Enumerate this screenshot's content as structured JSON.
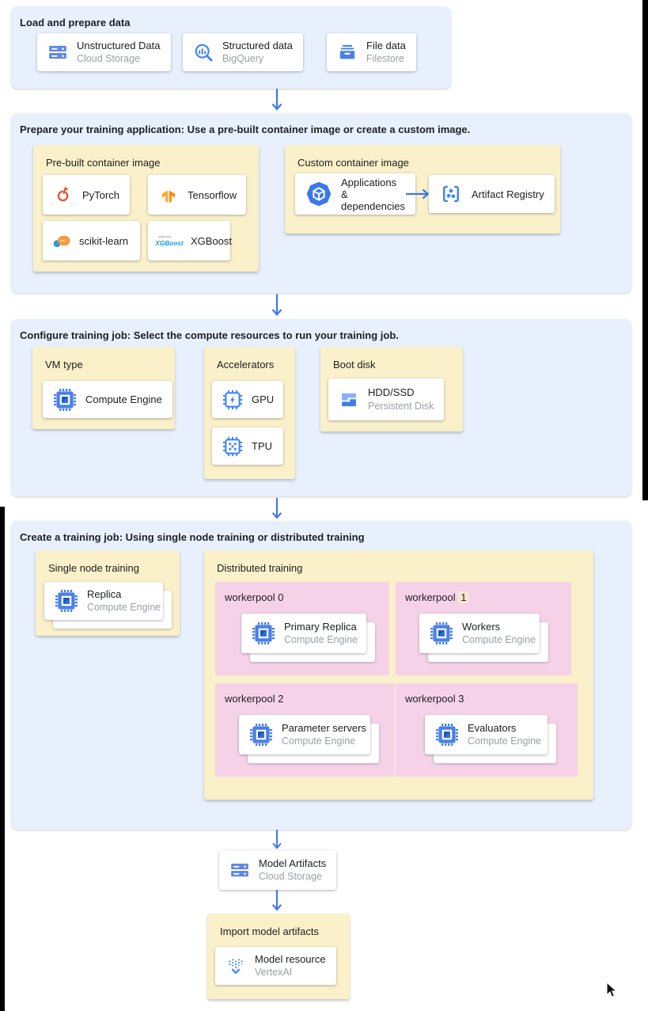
{
  "colors": {
    "section_bg": "#e8f0fe",
    "panel_yellow": "#faf0c9",
    "pool_pink": "#f6d2e9",
    "arrow_blue": "#3b78e8",
    "accent_blue": "#4285f4",
    "title_text": "#202124",
    "subtitle_text": "#9aa0a6",
    "highlight_peach": "#f9e6d0"
  },
  "load_section": {
    "title": "Load and prepare data",
    "cards": [
      {
        "title": "Unstructured Data",
        "subtitle": "Cloud Storage",
        "icon": "cloud-storage-icon"
      },
      {
        "title": "Structured data",
        "subtitle": "BigQuery",
        "icon": "bigquery-icon"
      },
      {
        "title": "File data",
        "subtitle": "Filestore",
        "icon": "filestore-icon"
      }
    ]
  },
  "prepare_section": {
    "title": "Prepare your training application: Use a pre-built container image or create a custom image.",
    "prebuilt": {
      "title": "Pre-built container image",
      "cards": [
        {
          "title": "PyTorch",
          "icon": "pytorch-icon"
        },
        {
          "title": "Tensorflow",
          "icon": "tensorflow-icon"
        },
        {
          "title": "scikit-learn",
          "icon": "scikit-learn-icon"
        },
        {
          "title": "XGBoost",
          "icon": "xgboost-icon"
        }
      ]
    },
    "custom": {
      "title": "Custom container image",
      "source_card": {
        "title": "Applications & dependencies",
        "icon": "applications-dependencies-icon"
      },
      "target_card": {
        "title": "Artifact Registry",
        "icon": "artifact-registry-icon"
      }
    }
  },
  "configure_section": {
    "title": "Configure training job: Select the compute resources to run your training job.",
    "vm_type": {
      "title": "VM type",
      "card": {
        "title": "Compute Engine",
        "icon": "compute-engine-icon"
      }
    },
    "accelerators": {
      "title": "Accelerators",
      "cards": [
        {
          "title": "GPU",
          "icon": "gpu-icon"
        },
        {
          "title": "TPU",
          "icon": "tpu-icon"
        }
      ]
    },
    "boot_disk": {
      "title": "Boot disk",
      "card": {
        "title": "HDD/SSD",
        "subtitle": "Persistent Disk",
        "icon": "persistent-disk-icon"
      }
    }
  },
  "create_section": {
    "title": "Create a training job: Using single node training or distributed training",
    "single_node": {
      "title": "Single node training",
      "card": {
        "title": "Replica",
        "subtitle": "Compute Engine",
        "icon": "compute-engine-icon"
      }
    },
    "distributed": {
      "title": "Distributed training",
      "pools": [
        {
          "label": "workerpool 0",
          "card": {
            "title": "Primary Replica",
            "subtitle": "Compute Engine"
          }
        },
        {
          "label_prefix": "workerpool",
          "label_number": "1",
          "card": {
            "title": "Workers",
            "subtitle": "Compute Engine"
          }
        },
        {
          "label": "workerpool 2",
          "card": {
            "title": "Parameter servers",
            "subtitle": "Compute Engine"
          }
        },
        {
          "label": "workerpool 3",
          "card": {
            "title": "Evaluators",
            "subtitle": "Compute Engine"
          }
        }
      ]
    }
  },
  "model_artifacts_card": {
    "title": "Model Artifacts",
    "subtitle": "Cloud Storage",
    "icon": "cloud-storage-icon"
  },
  "import_section": {
    "title": "Import model artifacts",
    "card": {
      "title": "Model resource",
      "subtitle": "VertexAI",
      "icon": "vertex-ai-icon"
    }
  }
}
